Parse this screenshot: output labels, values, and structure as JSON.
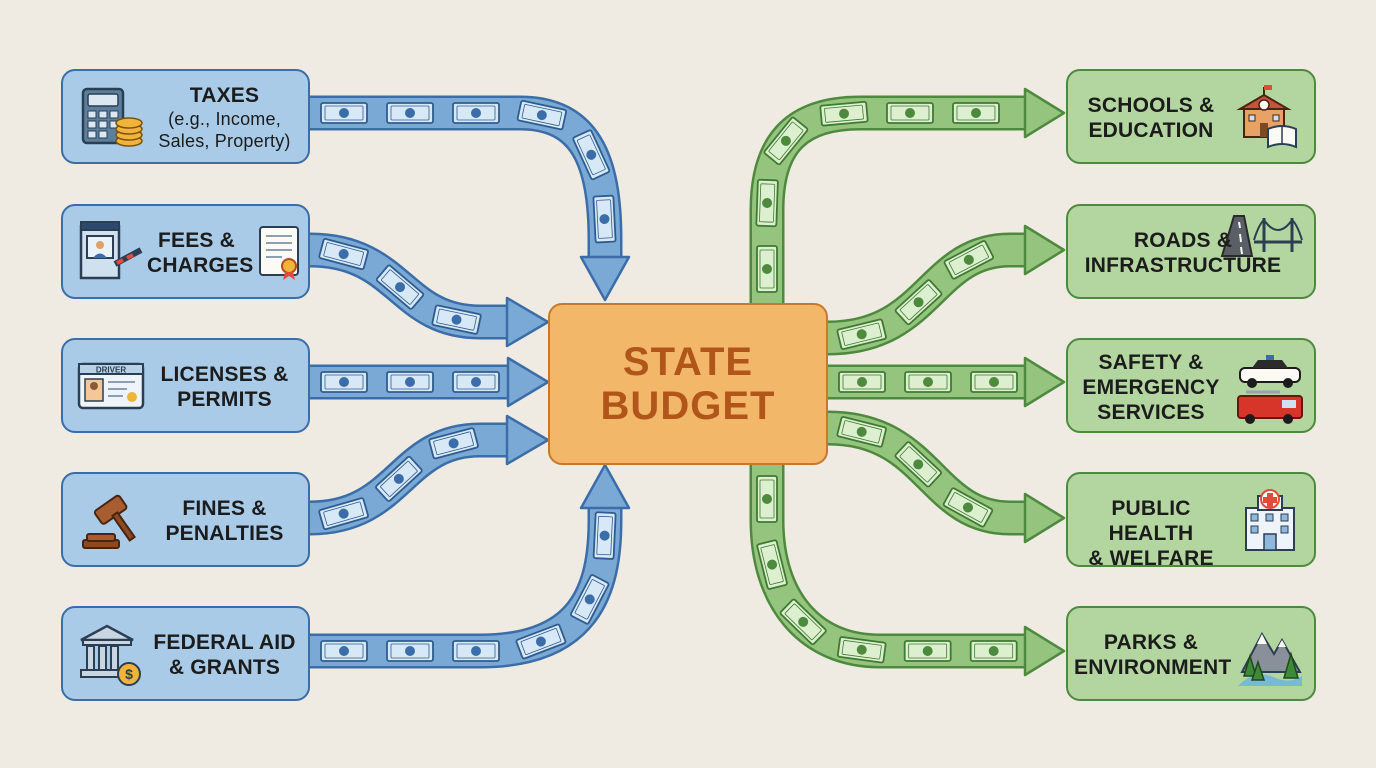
{
  "center": {
    "line1": "STATE",
    "line2": "BUDGET"
  },
  "sources": [
    {
      "line1": "TAXES",
      "line2": "(e.g., Income,",
      "line3": "Sales, Property)",
      "icon": "calculator-coins-icon"
    },
    {
      "line1": "FEES &",
      "line2": "CHARGES",
      "icon": "toll-booth-icon"
    },
    {
      "line1": "LICENSES &",
      "line2": "PERMITS",
      "icon": "drivers-license-icon",
      "icon_text": "DRIVER"
    },
    {
      "line1": "FINES &",
      "line2": "PENALTIES",
      "icon": "gavel-icon"
    },
    {
      "line1": "FEDERAL AID",
      "line2": "& GRANTS",
      "icon": "bank-dollar-icon"
    }
  ],
  "destinations": [
    {
      "line1": "SCHOOLS &",
      "line2": "EDUCATION",
      "icon": "school-book-icon"
    },
    {
      "line1": "ROADS &",
      "line2": "INFRASTRUCTURE",
      "icon": "road-bridge-icon"
    },
    {
      "line1": "SAFETY &",
      "line2": "EMERGENCY",
      "line3": "SERVICES",
      "icon": "police-firetruck-icon"
    },
    {
      "line1": "PUBLIC HEALTH",
      "line2": "& WELFARE",
      "icon": "hospital-icon"
    },
    {
      "line1": "PARKS &",
      "line2": "ENVIRONMENT",
      "icon": "mountains-trees-icon"
    }
  ],
  "colors": {
    "source_fill": "#a9cbe7",
    "source_border": "#3b6ea8",
    "dest_fill": "#b3d6a0",
    "dest_border": "#4e8a3e",
    "center_fill": "#f3b76a",
    "center_text": "#b0561a",
    "inflow_arrow": "#7aa9d6",
    "outflow_arrow": "#95c47e"
  }
}
